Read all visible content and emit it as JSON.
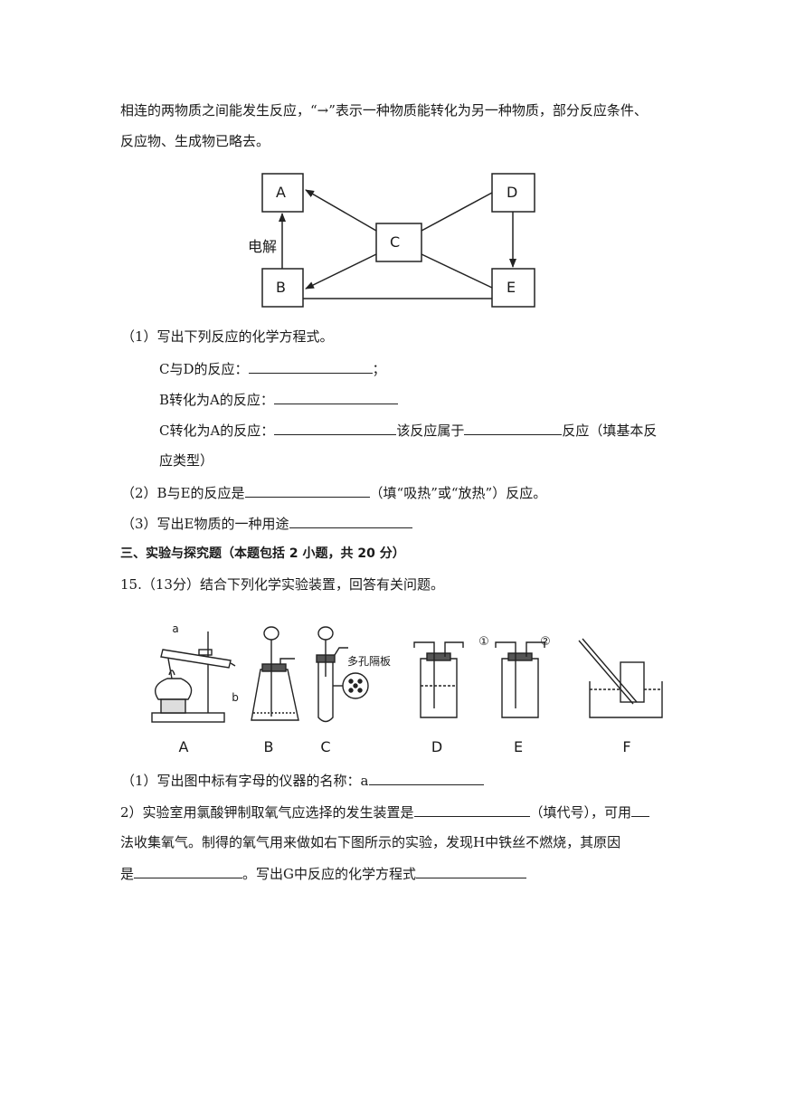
{
  "intro": {
    "line1": "相连的两物质之间能发生反应，“→”表示一种物质能转化为另一种物质，部分反应条件、",
    "line2": "反应物、生成物已略去。"
  },
  "diagram": {
    "nodes": {
      "A": "A",
      "B": "B",
      "C": "C",
      "D": "D",
      "E": "E"
    },
    "edge_label": "电解"
  },
  "q14": {
    "p1": "（1）写出下列反应的化学方程式。",
    "cd_prefix": "C与D的反应：",
    "cd_suffix": "；",
    "ba_prefix": "B转化为A的反应：",
    "ca_prefix": "C转化为A的反应：",
    "ca_mid": "该反应属于",
    "ca_suffix": "反应（填基本反",
    "ca_cont": "应类型）",
    "p2_prefix": "（2）B与E的反应是",
    "p2_suffix": "（填“吸热”或“放热”）反应。",
    "p3_prefix": "（3）写出E物质的一种用途"
  },
  "section3": {
    "title": "三、实验与探究题（本题包括 2 小题，共 20 分）"
  },
  "q15": {
    "header": "15.（13分）结合下列化学实验装置，回答有关问题。",
    "apparatus_labels": [
      "A",
      "B",
      "C",
      "D",
      "E",
      "F"
    ],
    "inline_labels": {
      "a": "a",
      "b": "b",
      "porous": "多孔隔板",
      "port1": "①",
      "port2": "②"
    },
    "q1_prefix": "（1）写出图中标有字母的仪器的名称：a",
    "q2_line1_prefix": "2）实验室用氯酸钾制取氧气应选择的发生装置是",
    "q2_line1_mid": "（填代号），可用",
    "q2_line2": "法收集氧气。制得的氧气用来做如右下图所示的实验，发现H中铁丝不燃烧，其原因",
    "q2_line3_prefix": "是",
    "q2_line3_mid": "。写出G中反应的化学方程式"
  }
}
